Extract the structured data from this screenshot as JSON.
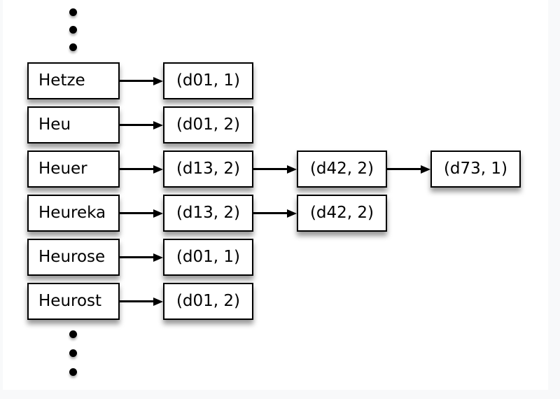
{
  "frame": {
    "outer_background": "#f8f9fa",
    "canvas_background": "#ffffff"
  },
  "diagram": {
    "colors": {
      "box_border": "#000000",
      "box_fill": "#ffffff",
      "arrow": "#000000",
      "shadow": "rgba(0,0,0,0.40)",
      "text": "#000000"
    },
    "ellipsis_top_icon": "vertical-ellipsis-3-dots",
    "ellipsis_bottom_icon": "vertical-ellipsis-3-dots",
    "rows": [
      {
        "term": "Hetze",
        "postings": [
          "(d01, 1)"
        ]
      },
      {
        "term": "Heu",
        "postings": [
          "(d01, 2)"
        ]
      },
      {
        "term": "Heuer",
        "postings": [
          "(d13, 2)",
          "(d42, 2)",
          "(d73, 1)"
        ]
      },
      {
        "term": "Heureka",
        "postings": [
          "(d13, 2)",
          "(d42, 2)"
        ]
      },
      {
        "term": "Heurose",
        "postings": [
          "(d01, 1)"
        ]
      },
      {
        "term": "Heurost",
        "postings": [
          "(d01, 2)"
        ]
      }
    ]
  }
}
